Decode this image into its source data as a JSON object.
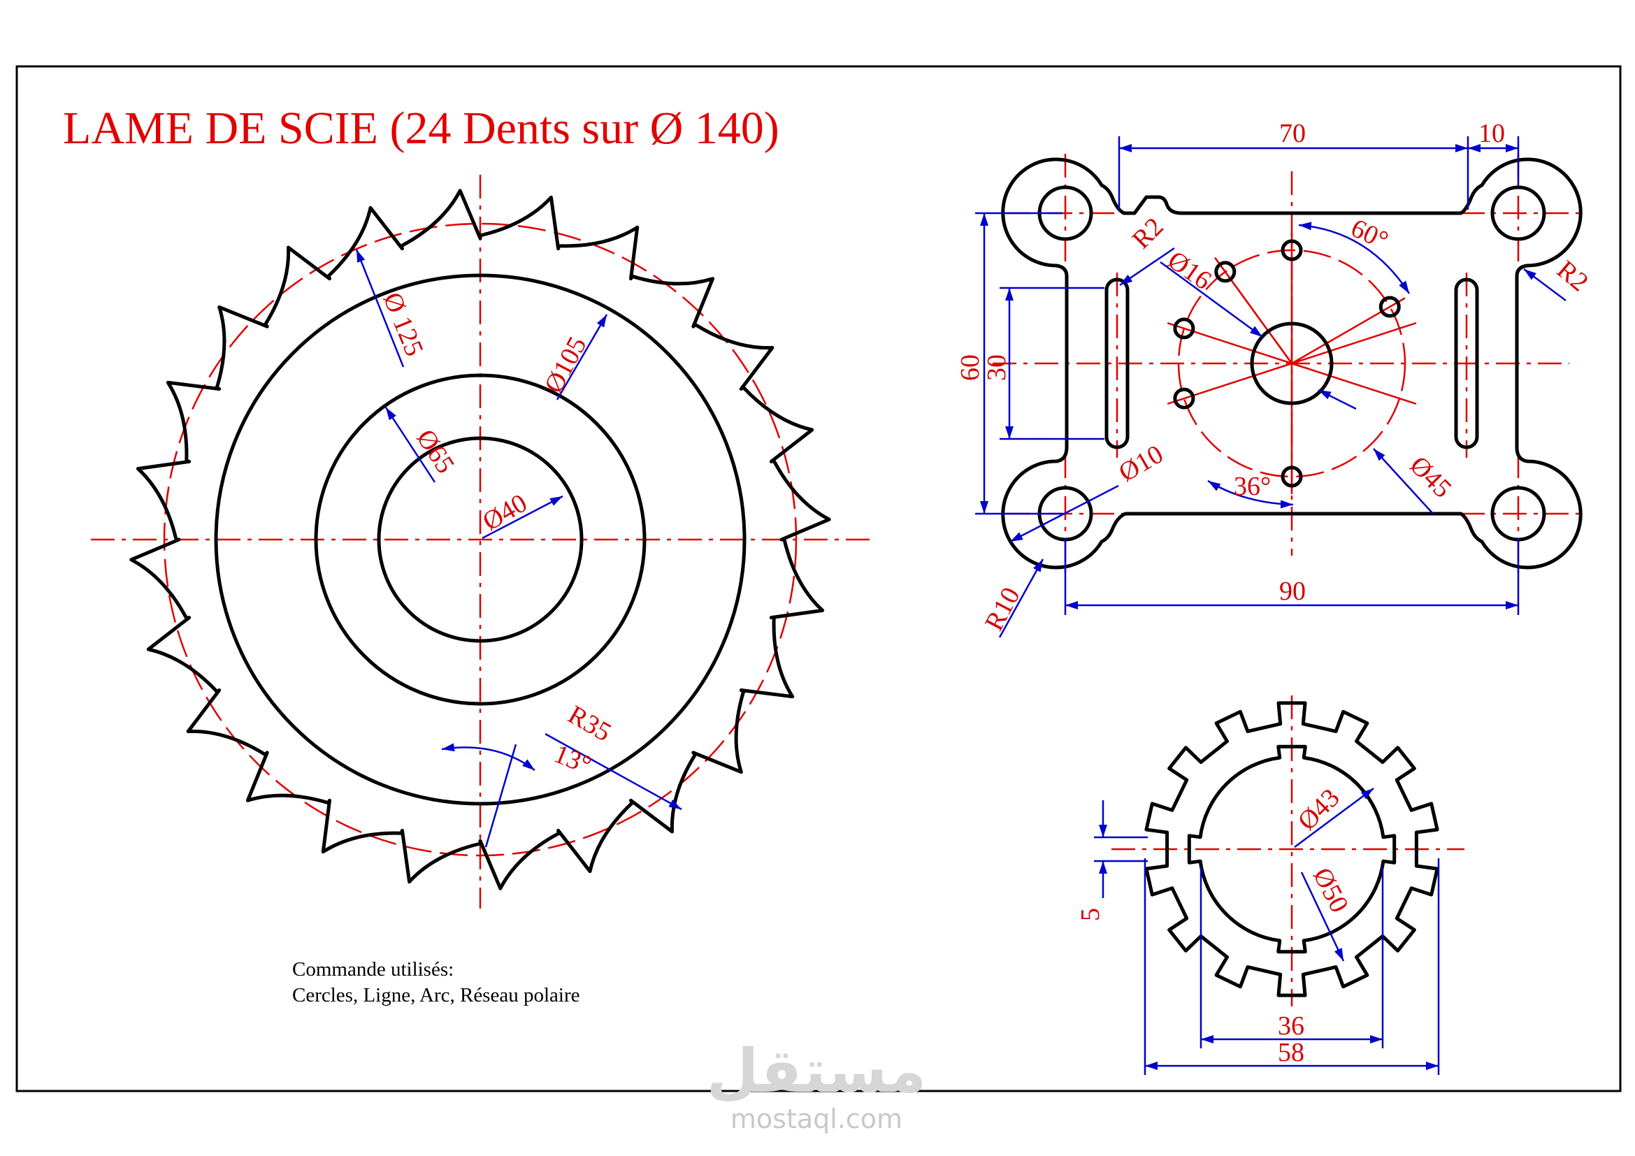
{
  "title": "LAME DE SCIE (24 Dents sur Ø 140)",
  "notes": {
    "line1": "Commande utilisés:",
    "line2": "Cercles,  Ligne,  Arc, Réseau polaire"
  },
  "saw": {
    "teeth": 24,
    "dims": {
      "d125": "Ø 125",
      "d105": "Ø105",
      "d65": "Ø65",
      "d40": "Ø40",
      "r35": "R35",
      "a13": "13°"
    }
  },
  "plate": {
    "dims": {
      "w70": "70",
      "w10": "10",
      "w90": "90",
      "h60": "60",
      "h30": "30",
      "r2_left": "R2",
      "r2_right": "R2",
      "d16": "Ø16",
      "d10": "Ø10",
      "d45": "Ø45",
      "r10": "R10",
      "a60": "60°",
      "a36": "36°"
    }
  },
  "ring": {
    "dims": {
      "d43": "Ø43",
      "d50": "Ø50",
      "w36": "36",
      "w58": "58",
      "h5": "5"
    }
  },
  "watermark": {
    "logo": "مستقل",
    "site": "mostaql.com"
  },
  "colors": {
    "object": "#000000",
    "axis": "#e00000",
    "dimension_line": "#0000cc",
    "dimension_text": "#d40000"
  }
}
